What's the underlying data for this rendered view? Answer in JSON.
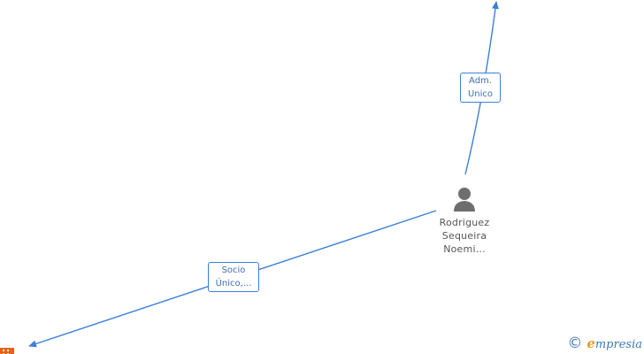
{
  "diagram": {
    "person": {
      "name_lines": [
        "Rodriguez",
        "Sequeira",
        "Noemi..."
      ],
      "icon": "person-silhouette-icon"
    },
    "edges": [
      {
        "id": "adm",
        "label_lines": [
          "Adm.",
          "Unico"
        ]
      },
      {
        "id": "socio",
        "label_lines": [
          "Socio",
          "Único,..."
        ]
      }
    ],
    "company_stub_icon": "building-icon"
  },
  "watermark": {
    "symbol": "©",
    "brand": "mpresia",
    "brand_initial": "e"
  },
  "colors": {
    "edge": "#3d7fd9",
    "label_text": "#3d6fb0",
    "person_icon": "#6e6e6e",
    "person_text": "#555555",
    "company_icon": "#e8611a",
    "brand_accent": "#e79b27"
  }
}
